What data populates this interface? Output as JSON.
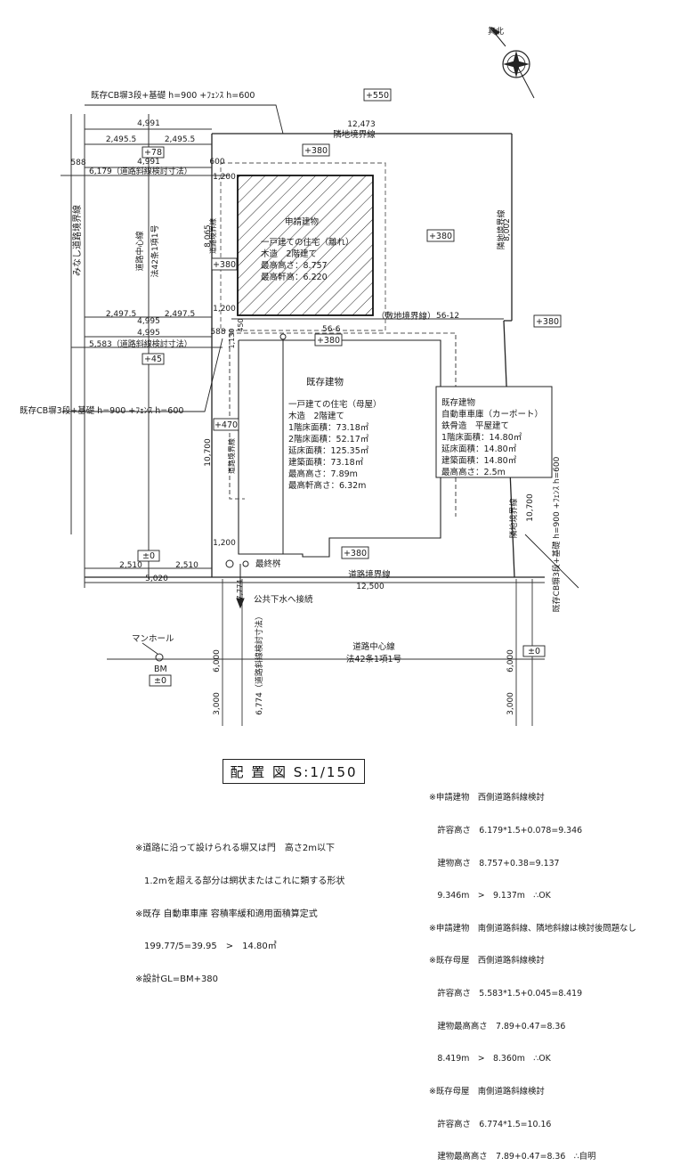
{
  "compass": {
    "label": "真北"
  },
  "fence_top": "既存CB塀3段+基礎 h=900 +ﾌｪﾝｽ h=600",
  "fence_left": "既存CB塀3段+基礎 h=900 +ﾌｪﾝｽ h=600",
  "fence_right": "既存CB塀3段+基礎 h=900 +ﾌｪﾝｽ h=600",
  "levels": {
    "p550": "+550",
    "p380_top": "+380",
    "p78": "+78",
    "p380_mid": "+380",
    "p380_left": "+380",
    "p380_right": "+380",
    "p380_center": "+380",
    "p45": "+45",
    "p470": "+470",
    "p380_bottom": "+380",
    "zero_left": "±0",
    "zero_right": "±0",
    "zero_bm": "±0"
  },
  "dims": {
    "d4991_a": "4,991",
    "d2495_a": "2,495.5",
    "d2495_b": "2,495.5",
    "d4991_b": "4,991",
    "d588_a": "588",
    "d6179": "6,179（道路斜線検討寸法）",
    "d600": "600",
    "d1200_a": "1,200",
    "d12473": "12,473",
    "d8065": "8,065",
    "d8002": "8,002",
    "d2497_a": "2,497.5",
    "d2497_b": "2,497.5",
    "d4995_a": "4,995",
    "d1200_b": "1,200",
    "d4995_b": "4,995",
    "d588_b": "588",
    "d5583": "5,583（道路斜線検討寸法）",
    "d1130": "1,130",
    "d450": "450",
    "d56_12": "56-12",
    "d56_6": "56-6",
    "d10700_l": "10,700",
    "d10700_r": "10,700",
    "d1200_c": "1,200",
    "d2510_a": "2,510",
    "d2510_b": "2,510",
    "d5020": "5,020",
    "d12500": "12,500",
    "d6000_a": "6,000",
    "d3000_a": "3,000",
    "d6000_b": "6,000",
    "d3000_b": "3,000",
    "d6774": "6,774（道路斜線検討寸法）",
    "d7774": "7,774"
  },
  "labels": {
    "rinchi_top": "隣地境界線",
    "rinchi_right_top": "隣地境界線",
    "rinchi_right_bottom": "隣地境界線",
    "road_border_left": "道路境界線",
    "minashi": "みなし道路境界線",
    "road_center_v1": "道路中心線",
    "road_center_v2": "法42条1項1号",
    "shikichi": "（敷地境界線）",
    "road_border_bottom": "道路境界線",
    "sewer": "公共下水へ接続",
    "last_masu": "最終桝",
    "manhole": "マンホール",
    "bm": "BM",
    "road_center_h1": "道路中心線",
    "road_center_h2": "法42条1項1号"
  },
  "new_building": {
    "title": "申請建物",
    "lines": [
      "一戸建ての住宅（離れ）",
      "木造　2階建て",
      "最高高さ：8.757",
      "最高軒高：6.220"
    ]
  },
  "existing_house": {
    "title": "既存建物",
    "lines": [
      "一戸建ての住宅（母屋）",
      "木造　2階建て",
      "1階床面積：73.18㎡",
      "2階床面積：52.17㎡",
      "延床面積：125.35㎡",
      "建築面積：73.18㎡",
      "最高高さ：7.89m",
      "最高軒高さ：6.32m"
    ]
  },
  "carport": {
    "title": "既存建物",
    "lines": [
      "自動車車庫（カーポート）",
      "鉄骨造　平屋建て",
      "1階床面積：14.80㎡",
      "延床面積：14.80㎡",
      "建築面積：14.80㎡",
      "最高高さ：2.5m"
    ]
  },
  "drawing_title": "配 置 図  S:1/150",
  "notes_left": [
    "※道路に沿って設けられる塀又は門　高さ2m以下",
    "　1.2mを超える部分は網状またはこれに類する形状",
    "※既存 自動車車庫 容積率緩和適用面積算定式",
    "　199.77/5=39.95　>　14.80㎡",
    "※設計GL=BM+380"
  ],
  "notes_right": [
    "※申請建物　西側道路斜線検討",
    "　許容高さ　6.179*1.5+0.078=9.346",
    "　建物高さ　8.757+0.38=9.137",
    "　9.346m　>　9.137m　∴OK",
    "※申請建物　南側道路斜線、隣地斜線は検討後問題なし",
    "※既存母屋　西側道路斜線検討",
    "　許容高さ　5.583*1.5+0.045=8.419",
    "　建物最高高さ　7.89+0.47=8.36",
    "　8.419m　>　8.360m　∴OK",
    "※既存母屋　南側道路斜線検討",
    "　許容高さ　6.774*1.5=10.16",
    "　建物最高高さ　7.89+0.47=8.36　∴自明"
  ]
}
